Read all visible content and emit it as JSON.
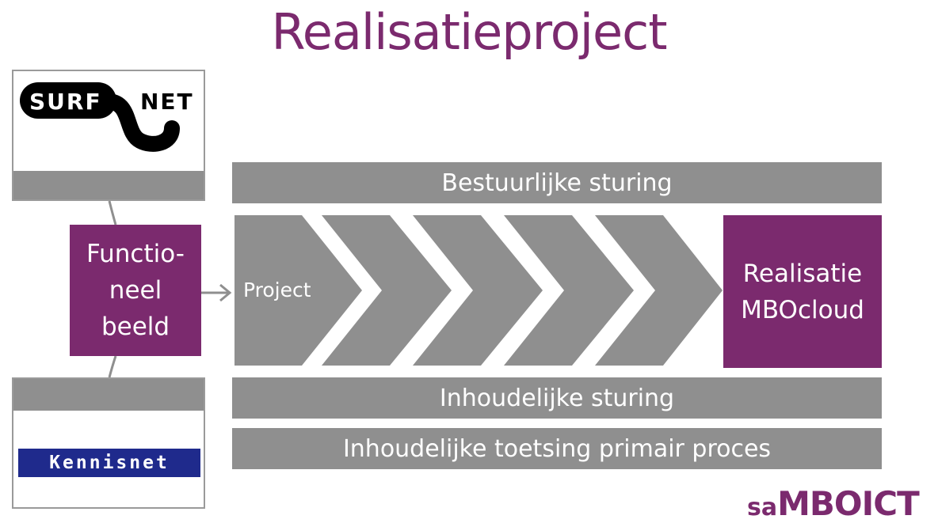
{
  "title": "Realisatieproject",
  "logos": {
    "surfnet_left": "SURF",
    "surfnet_right": "NET",
    "kennisnet": "Kennisnet",
    "samboict_prefix": "sa",
    "samboict_main": "MBO",
    "samboict_suffix": "ICT"
  },
  "functioneel_beeld": {
    "line1": "Functio-",
    "line2": "neel",
    "line3": "beeld"
  },
  "bars": {
    "top": "Bestuurlijke sturing",
    "middle": "Inhoudelijke sturing",
    "bottom": "Inhoudelijke toetsing primair proces"
  },
  "process": {
    "start_label": "Project",
    "chevron_count": 5,
    "end_line1": "Realisatie",
    "end_line2": "MBOcloud"
  },
  "colors": {
    "purple": "#7b2a6e",
    "gray": "#8f8f8f",
    "kennisnet_blue": "#1f2a8c"
  }
}
